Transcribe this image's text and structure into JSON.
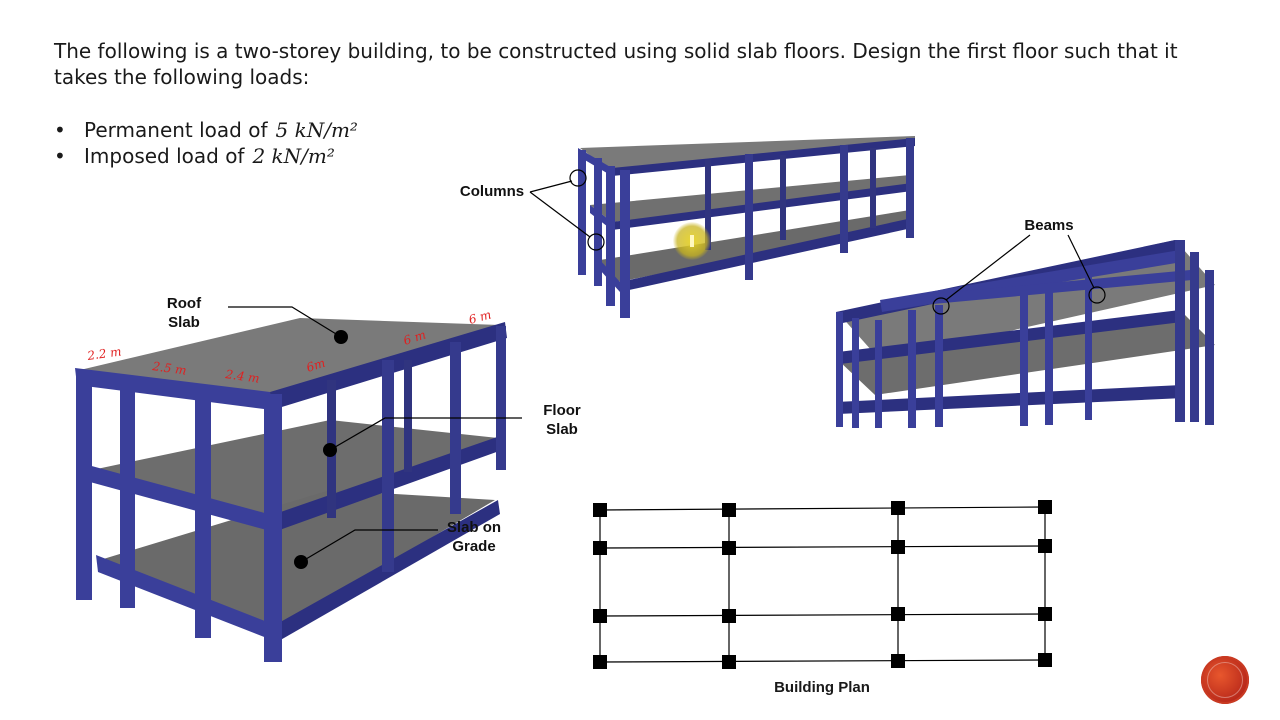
{
  "slide": {
    "intro": "The following is a two-storey building, to be constructed using solid slab floors. Design the first floor such that it takes the following loads:",
    "loads": [
      {
        "label": "Permanent load of",
        "value": "5 kN/m²"
      },
      {
        "label": "Imposed load of",
        "value": "2 kN/m²"
      }
    ],
    "labels": {
      "columns": "Columns",
      "beams": "Beams",
      "roof_slab_line1": "Roof",
      "roof_slab_line2": "Slab",
      "floor_slab_line1": "Floor",
      "floor_slab_line2": "Slab",
      "slab_grade_line1": "Slab on",
      "slab_grade_line2": "Grade",
      "plan_title": "Building Plan"
    },
    "dimensions": [
      "2.2 m",
      "2.5 m",
      "2.4 m",
      "6m",
      "6 m",
      "6 m"
    ]
  },
  "colors": {
    "structure": "#3a3f9a",
    "slab": "#6d6d6d",
    "dimension": "#e02020",
    "nav_button": "#c0351f"
  }
}
